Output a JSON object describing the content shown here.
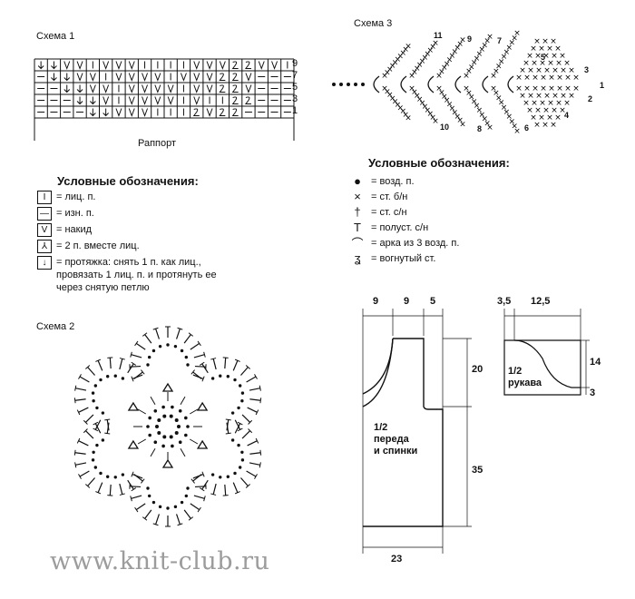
{
  "scheme1": {
    "title": "Схема 1",
    "row_numbers": [
      "9",
      "7",
      "5",
      "3",
      "1"
    ],
    "repeat_label": "Раппорт"
  },
  "legend1": {
    "title": "Условные обозначения:",
    "items": [
      {
        "symbol": "I",
        "text": "= лиц. п."
      },
      {
        "symbol": "—",
        "text": "= изн. п."
      },
      {
        "symbol": "V",
        "text": "= накид"
      },
      {
        "symbol": "⅄",
        "text": "= 2 п. вместе лиц."
      },
      {
        "symbol": "↓",
        "text": "= протяжка: снять 1 п. как лиц.,"
      }
    ],
    "item5_line2": "провязать 1 лиц. п. и протянуть ее",
    "item5_line3": "через снятую петлю"
  },
  "scheme2": {
    "title": "Схема 2"
  },
  "scheme3": {
    "title": "Схема 3",
    "numbers": [
      "11",
      "9",
      "7",
      "5",
      "3",
      "1",
      "2",
      "4",
      "6",
      "8",
      "10"
    ]
  },
  "legend2": {
    "title": "Условные обозначения:",
    "items": [
      {
        "symbol": "●",
        "text": "= возд. п."
      },
      {
        "symbol": "×",
        "text": "= ст. б/н"
      },
      {
        "symbol": "†",
        "text": "= ст. с/н"
      },
      {
        "symbol": "T",
        "text": "= полуст. с/н"
      },
      {
        "symbol": "⌒",
        "text": "= арка из 3 возд. п."
      },
      {
        "symbol": "ʓ",
        "text": "= вогнутый ст."
      }
    ]
  },
  "pattern_body": {
    "dims_top": [
      "9",
      "9",
      "5"
    ],
    "dim_right_upper": "20",
    "dim_right_lower": "35",
    "dim_bottom": "23",
    "label_line1": "1/2",
    "label_line2": "переда",
    "label_line3": "и спинки"
  },
  "pattern_sleeve": {
    "dims_top": [
      "3,5",
      "12,5"
    ],
    "dim_right_upper": "14",
    "dim_right_lower": "3",
    "label_line1": "1/2",
    "label_line2": "рукава"
  },
  "watermark": "www.knit-club.ru"
}
